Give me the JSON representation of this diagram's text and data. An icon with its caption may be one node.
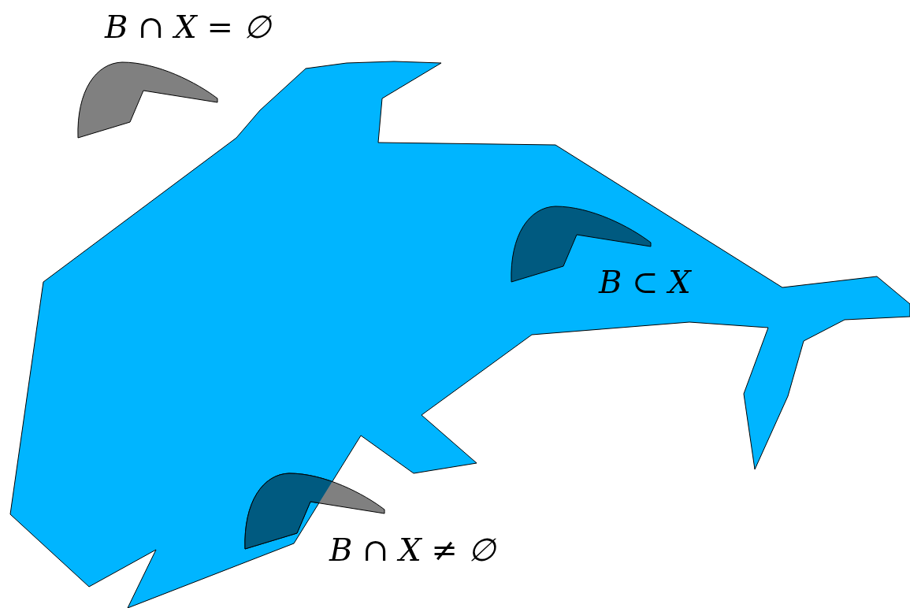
{
  "diagram": {
    "nodes": [
      {
        "text": [],
        "shape": "blob",
        "beside": [
          "B ∩ X = ∅"
        ]
      },
      {
        "text": [],
        "shape": "polygon"
      },
      {
        "text": [],
        "shape": "blob",
        "in": 1,
        "beside": [
          "B ⊂ X"
        ]
      },
      {
        "text": [],
        "shape": "blob",
        "beside": [
          "B ∩ X ≠ ∅"
        ]
      }
    ]
  }
}
